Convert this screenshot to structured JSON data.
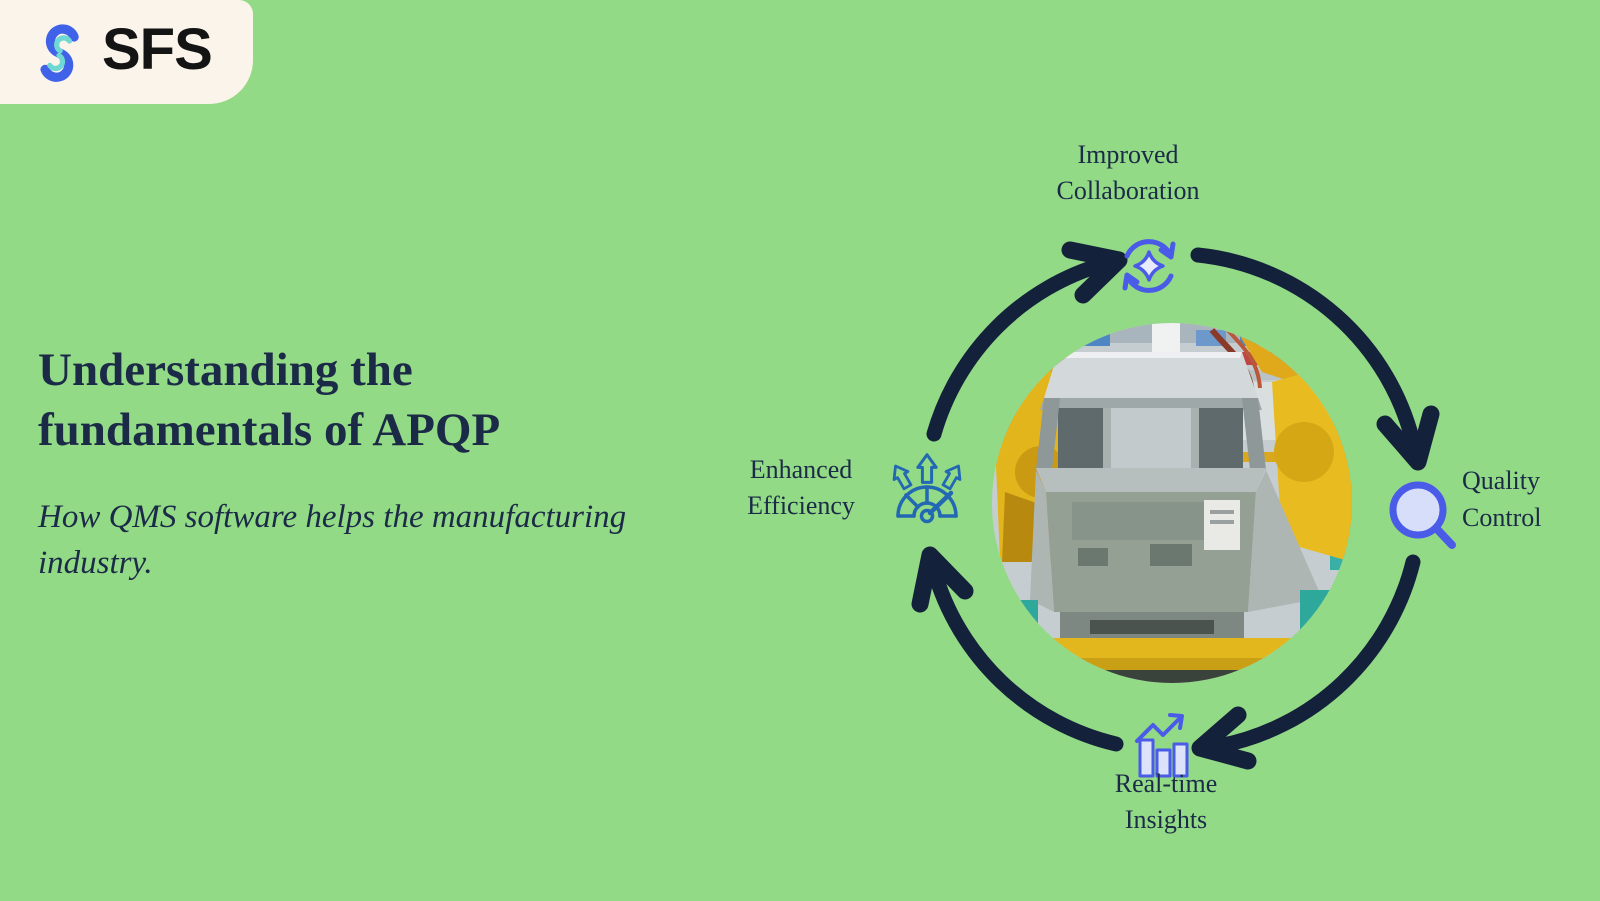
{
  "logo": {
    "text": "SFS",
    "mark": "sfs-s-mark"
  },
  "hero": {
    "title": "Understanding the\nfundamentals of APQP",
    "subtitle": "How QMS software helps the manufacturing\nindustry."
  },
  "cycle": {
    "center_image": "truck-cab-on-assembly-line-with-yellow-robots",
    "items": [
      {
        "position": "top",
        "label": "Improved\nCollaboration",
        "icon": "sync-sparkle-icon"
      },
      {
        "position": "right",
        "label": "Quality\nControl",
        "icon": "magnifier-icon"
      },
      {
        "position": "bottom",
        "label": "Real-time\nInsights",
        "icon": "bar-chart-trend-icon"
      },
      {
        "position": "left",
        "label": "Enhanced\nEfficiency",
        "icon": "gauge-up-arrows-icon"
      }
    ]
  },
  "colors": {
    "background": "#93DA86",
    "navy_arrows": "#14213A",
    "navy_text": "#1B2B47",
    "logo_plate": "#FAF4EA",
    "logo_blue": "#3F62E9",
    "logo_teal": "#6FD8D2",
    "icon_blue": "#4A5BE8",
    "icon_light_fill": "#DCE2FA",
    "gauge_blue": "#2268B3"
  }
}
